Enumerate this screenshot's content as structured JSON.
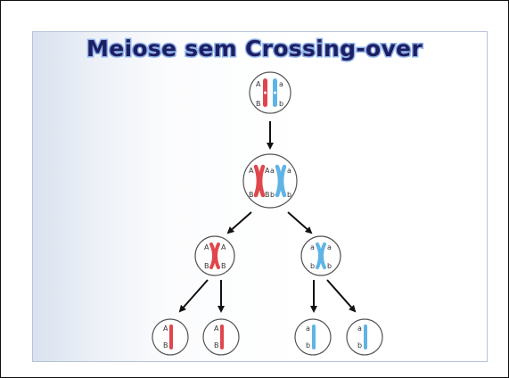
{
  "title": "Meiose sem Crossing-over",
  "colors": {
    "maternal_chromosome": "#e0474c",
    "paternal_chromosome": "#5fb4e6",
    "arrow": "#111111",
    "title_text": "#1e1e63",
    "title_glow": "#8fb2e8"
  },
  "alleles": {
    "A": "A",
    "B": "B",
    "a": "a",
    "b": "b"
  },
  "cells": [
    {
      "id": "parent",
      "stage": "parent"
    },
    {
      "id": "duplicated",
      "stage": "duplicated"
    },
    {
      "id": "meiosis1-left",
      "stage": "meiosis-1"
    },
    {
      "id": "meiosis1-right",
      "stage": "meiosis-1"
    },
    {
      "id": "gamete-1",
      "stage": "gamete"
    },
    {
      "id": "gamete-2",
      "stage": "gamete"
    },
    {
      "id": "gamete-3",
      "stage": "gamete"
    },
    {
      "id": "gamete-4",
      "stage": "gamete"
    }
  ]
}
